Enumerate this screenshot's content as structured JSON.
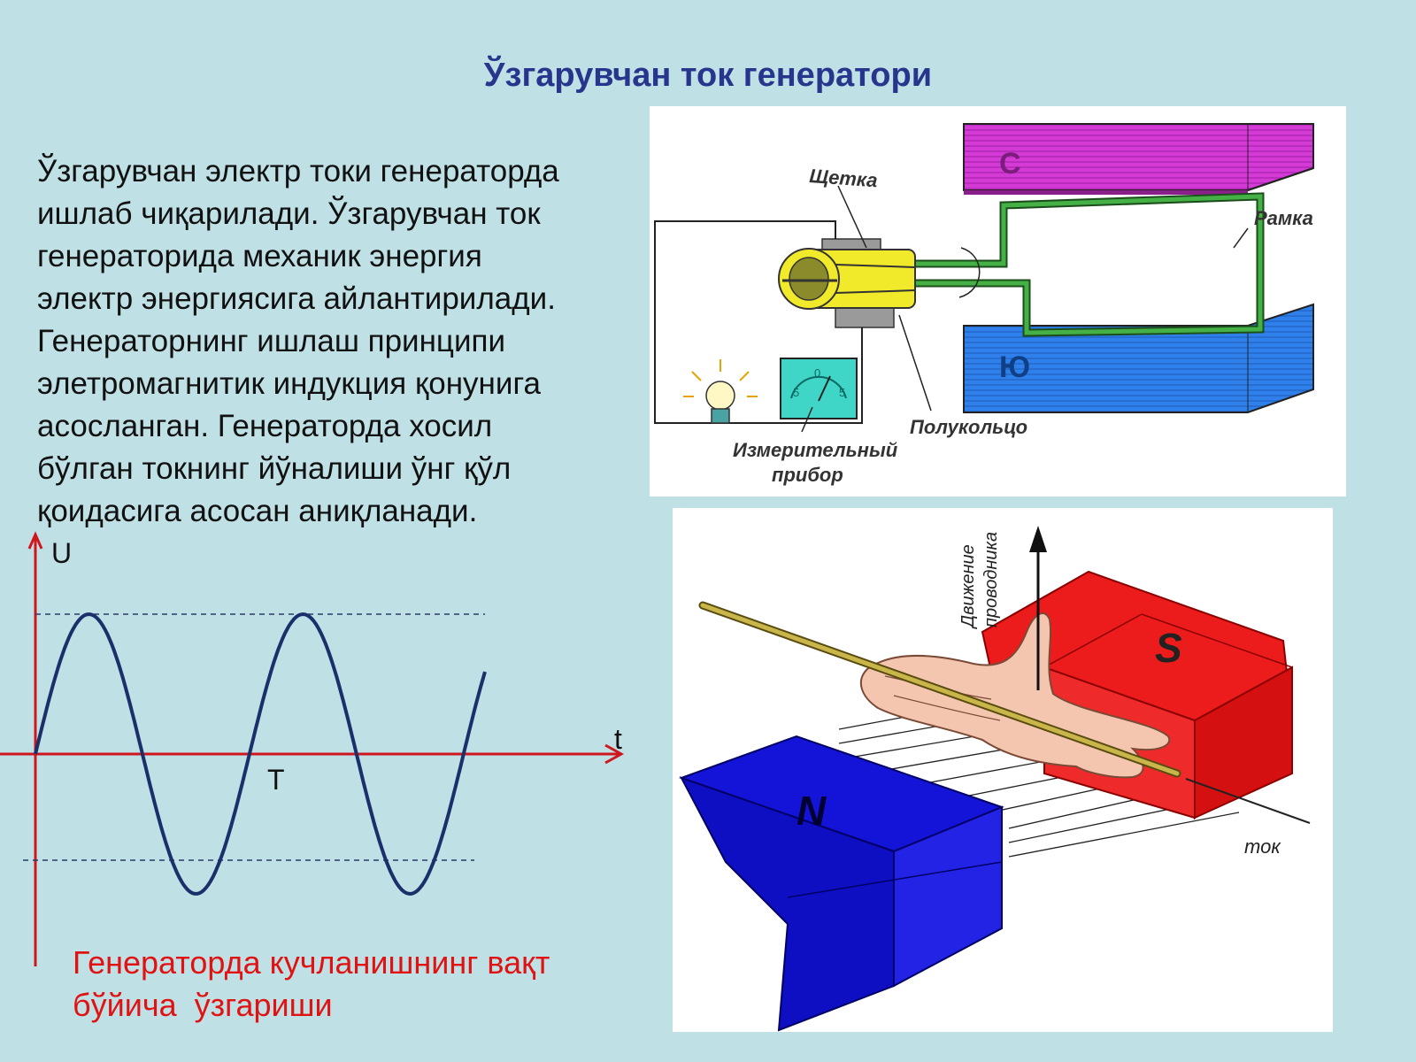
{
  "title": "Ўзгарувчан ток генератори",
  "body_lines": [
    "Ўзгарувчан электр токи генераторда",
    "ишлаб чиқарилади. Ўзгарувчан ток",
    "генераторида механик энергия",
    "электр энергиясига айлантирилади.",
    "Генераторнинг ишлаш принципи",
    "элетромагнитик индукция қонунига",
    "асосланган. Генераторда хосил",
    "бўлган токнинг йўналиши ўнг қўл",
    "қоидасига асосан аниқланади."
  ],
  "graph": {
    "y_label": "U",
    "x_label": "t",
    "period_label": "T",
    "caption_lines": [
      "Генераторда кучланишнинг вақт",
      "бўйича  ўзгариши"
    ],
    "axis_color": "#d0161d",
    "curve_color": "#1b2f6b"
  },
  "generator_diagram": {
    "brush_label": "Щетка",
    "frame_label": "Рамка",
    "half_ring_label": "Полукольцо",
    "meter_label_1": "Измерительный",
    "meter_label_2": "прибор",
    "north_pole": "Ю",
    "south_pole": "С",
    "colors": {
      "south_magnet": "#d43ad6",
      "north_magnet": "#2f80ea",
      "commutator": "#f0ea2a",
      "frame": "#2e8b2e"
    }
  },
  "rule_diagram": {
    "motion_label_1": "Движение",
    "motion_label_2": "проводника",
    "current_label": "ток",
    "north_pole": "N",
    "south_pole": "S",
    "colors": {
      "north_magnet": "#1414d8",
      "south_magnet": "#ec1c1c",
      "conductor": "#b8a436",
      "hand": "#f4c6b0"
    }
  }
}
